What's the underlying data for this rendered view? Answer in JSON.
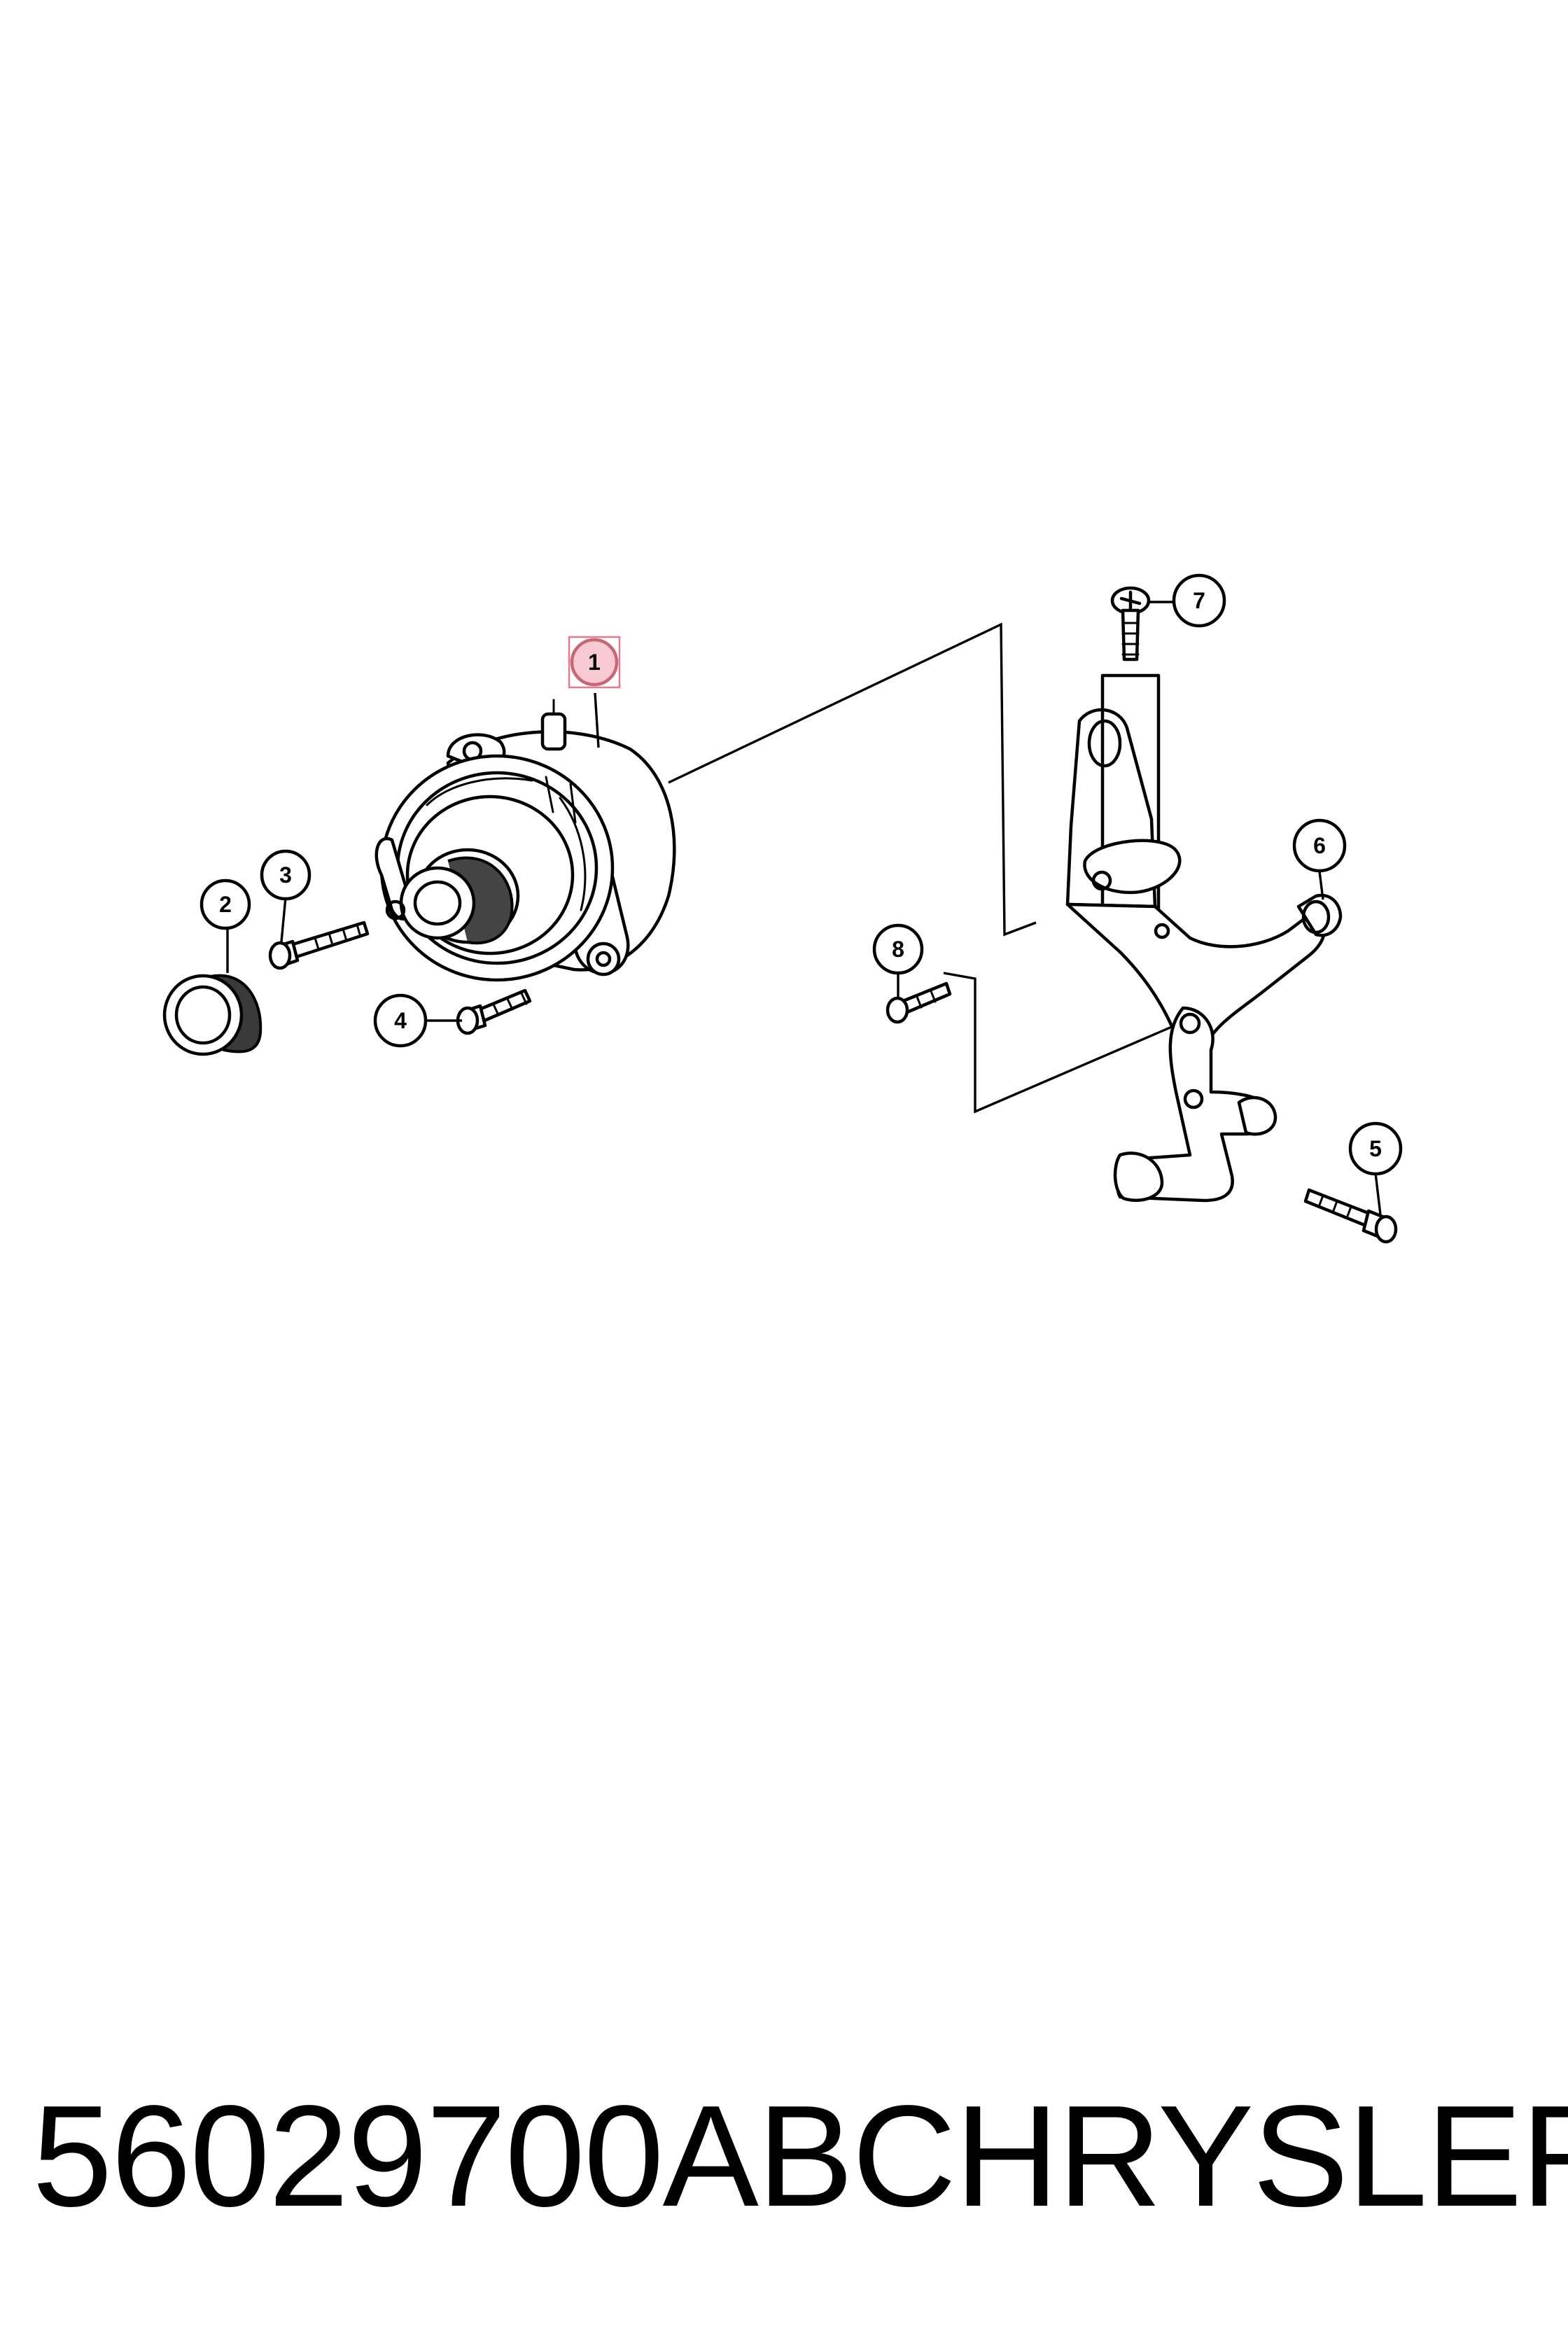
{
  "diagram": {
    "callouts": [
      {
        "label": "1",
        "highlighted": true
      },
      {
        "label": "2"
      },
      {
        "label": "3"
      },
      {
        "label": "4"
      },
      {
        "label": "5"
      },
      {
        "label": "6"
      },
      {
        "label": "7"
      },
      {
        "label": "8"
      }
    ],
    "highlight_color": "#f7c9d2",
    "line_color": "#000000"
  },
  "caption": {
    "part_number": "56029700AB",
    "brand": "CHRYSLER"
  }
}
